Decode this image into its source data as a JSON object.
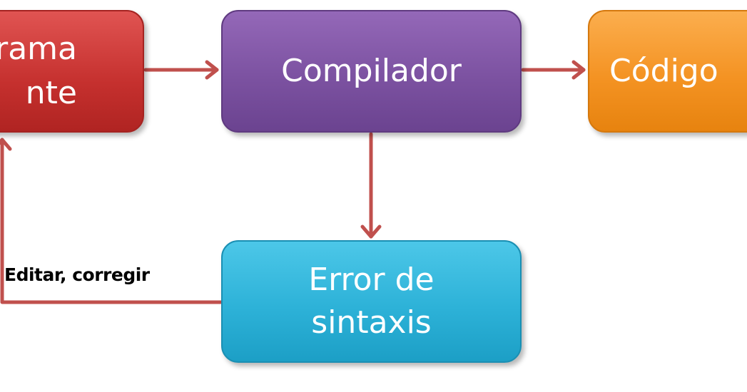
{
  "diagram": {
    "nodes": {
      "source": {
        "line1": "rama",
        "line2": "nte"
      },
      "compiler": {
        "label": "Compilador"
      },
      "code": {
        "label": "Código"
      },
      "syntax_error": {
        "line1": "Error de",
        "line2": "sintaxis"
      }
    },
    "edges": {
      "feedback_label": "Editar, corregir"
    },
    "colors": {
      "source": "#c5302e",
      "compiler": "#7c52a1",
      "code": "#f49323",
      "syntax_error": "#2db2d8",
      "arrow": "#c0504d"
    }
  }
}
